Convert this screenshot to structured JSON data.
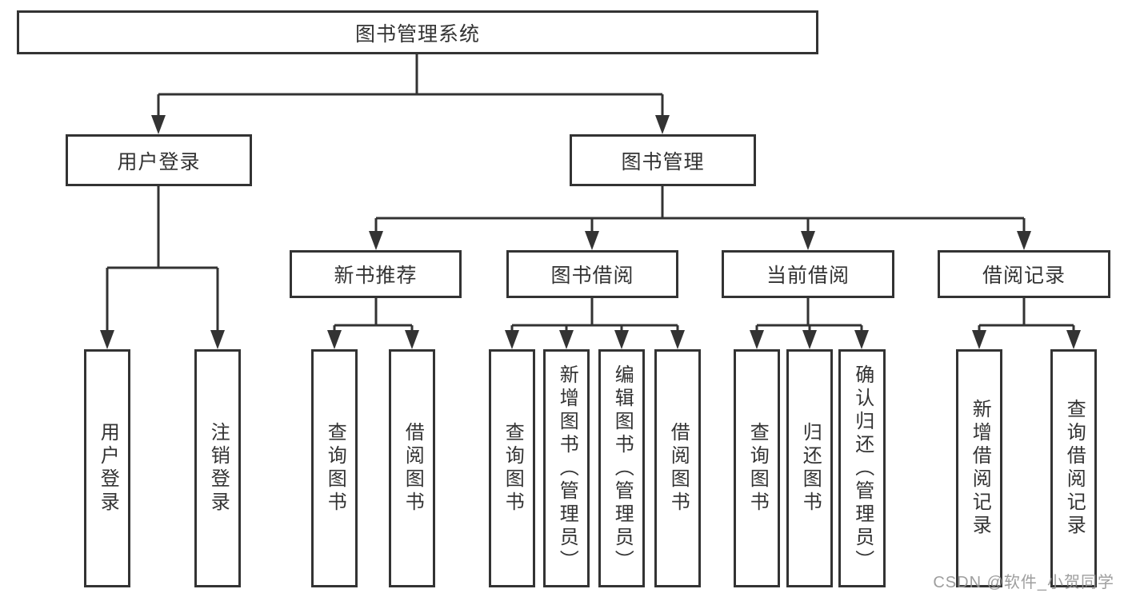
{
  "diagram": {
    "root": {
      "label": "图书管理系统"
    },
    "branches": [
      {
        "label": "用户登录",
        "children": [
          {
            "label": "用户登录"
          },
          {
            "label": "注销登录"
          }
        ]
      },
      {
        "label": "图书管理",
        "children": [
          {
            "label": "新书推荐",
            "children": [
              {
                "label": "查询图书"
              },
              {
                "label": "借阅图书"
              }
            ]
          },
          {
            "label": "图书借阅",
            "children": [
              {
                "label": "查询图书"
              },
              {
                "label": "新增图书（管理员）"
              },
              {
                "label": "编辑图书（管理员）"
              },
              {
                "label": "借阅图书"
              }
            ]
          },
          {
            "label": "当前借阅",
            "children": [
              {
                "label": "查询图书"
              },
              {
                "label": "归还图书"
              },
              {
                "label": "确认归还（管理员）"
              }
            ]
          },
          {
            "label": "借阅记录",
            "children": [
              {
                "label": "新增借阅记录"
              },
              {
                "label": "查询借阅记录"
              }
            ]
          }
        ]
      }
    ]
  },
  "watermark": {
    "text": "CSDN @软件_小贺同学"
  },
  "colors": {
    "line": "#333333",
    "box_border": "#333333",
    "text": "#333333",
    "watermark": "#949494",
    "background": "#ffffff"
  }
}
